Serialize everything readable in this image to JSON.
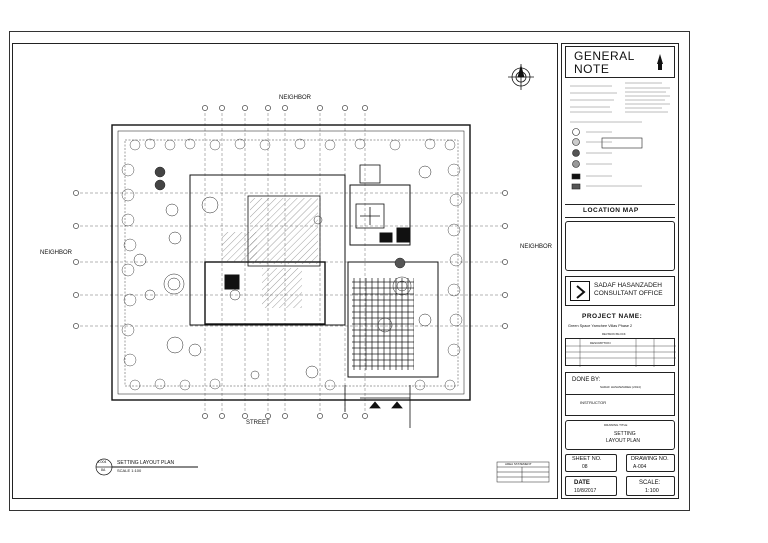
{
  "labels": {
    "north": "NEIGHBOR",
    "west": "NEIGHBOR",
    "east": "NEIGHBOR",
    "south": "STREET"
  },
  "plan_tag": {
    "code": "A-004",
    "sub": "8A",
    "title": "SETTING LAYOUT PLAN",
    "scale": "SCALE 1:100"
  },
  "title_block": {
    "heading_line1": "GENERAL",
    "heading_line2": "NOTE",
    "location_map": "LOCATION MAP",
    "company_line1": "SADAF HASANZADEH",
    "company_line2": "CONSULTANT OFFICE",
    "project_label": "PROJECT NAME:",
    "project_name": "Green Space Yamchee Villas Phase 2",
    "revision_label": "REVISION BLOCK",
    "description_label": "DESCRIPTION",
    "done_by_label": "DONE BY:",
    "done_by_name": "SADAF HASANZADEH (2014)",
    "instructor_label": "INSTRUCTOR",
    "drawing_title_label": "DRAWING TITLE",
    "drawing_title_line1": "SETTING",
    "drawing_title_line2": "LAYOUT PLAN",
    "sheet_no_label": "SHEET NO.",
    "sheet_no": "08",
    "drawing_no_label": "DRAWING NO.",
    "drawing_no": "A-004",
    "date_label": "DATE",
    "date": "10/8/2017",
    "scale_label": "SCALE:",
    "scale": "1:100"
  },
  "area_statement": "AREA STATEMENT"
}
